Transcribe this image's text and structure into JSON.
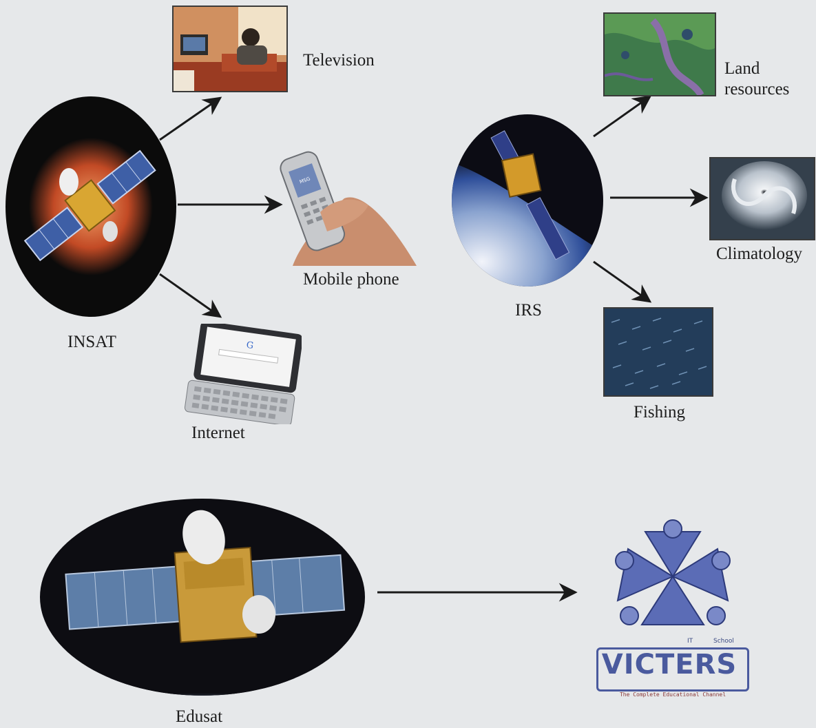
{
  "nodes": {
    "insat": "INSAT",
    "irs": "IRS",
    "edusat": "Edusat"
  },
  "outputs": {
    "television": "Television",
    "mobile_phone": "Mobile phone",
    "internet": "Internet",
    "land_resources_line1": "Land",
    "land_resources_line2": "resources",
    "climatology": "Climatology",
    "fishing": "Fishing"
  },
  "logo": {
    "name": "VICTERS",
    "badge_left": "IT",
    "badge_right": "School",
    "tagline": "The Complete Educational Channel"
  },
  "colors": {
    "background": "#e6e8ea",
    "arrow": "#1a1a1a",
    "logo_blue": "#4a5a9e"
  }
}
